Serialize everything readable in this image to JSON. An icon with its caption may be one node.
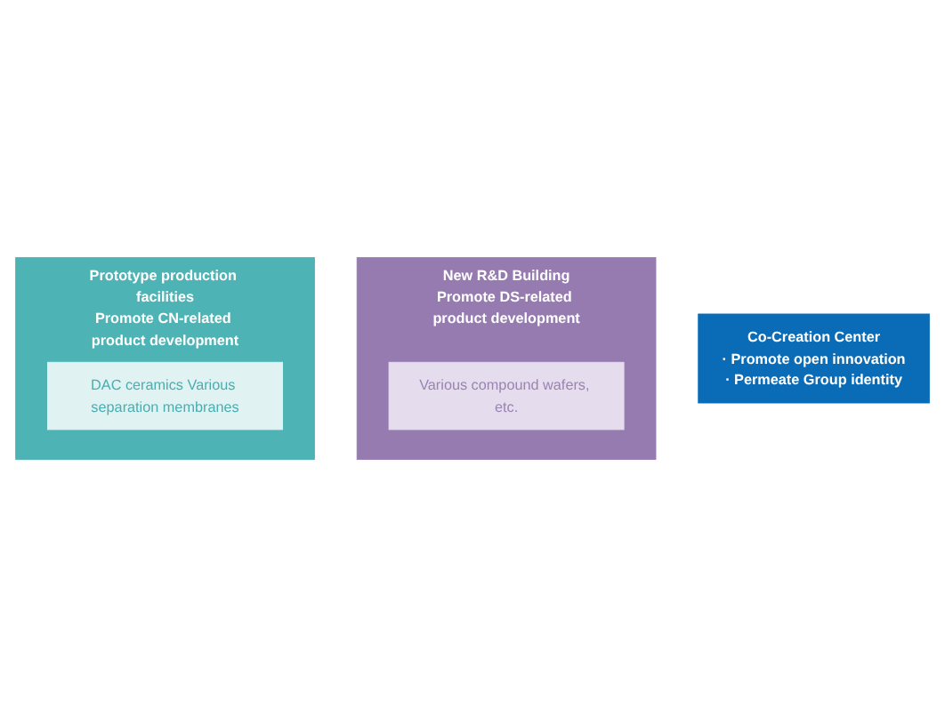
{
  "diagram": {
    "nodes": [
      {
        "text": [
          "New R&D Building",
          "Promote DS-related product development"
        ]
      },
      {
        "text": [
          "Various compound wafers, etc."
        ],
        "in": 0
      },
      {
        "text": [
          "Prototype production facilities",
          "Promote CN-related product development"
        ]
      },
      {
        "text": [
          "DAC ceramics Various separation membranes"
        ],
        "in": 2
      },
      {
        "text": [
          "Co-Creation Center",
          "· Promote open innovation",
          "· Permeate Group identity"
        ]
      }
    ]
  }
}
